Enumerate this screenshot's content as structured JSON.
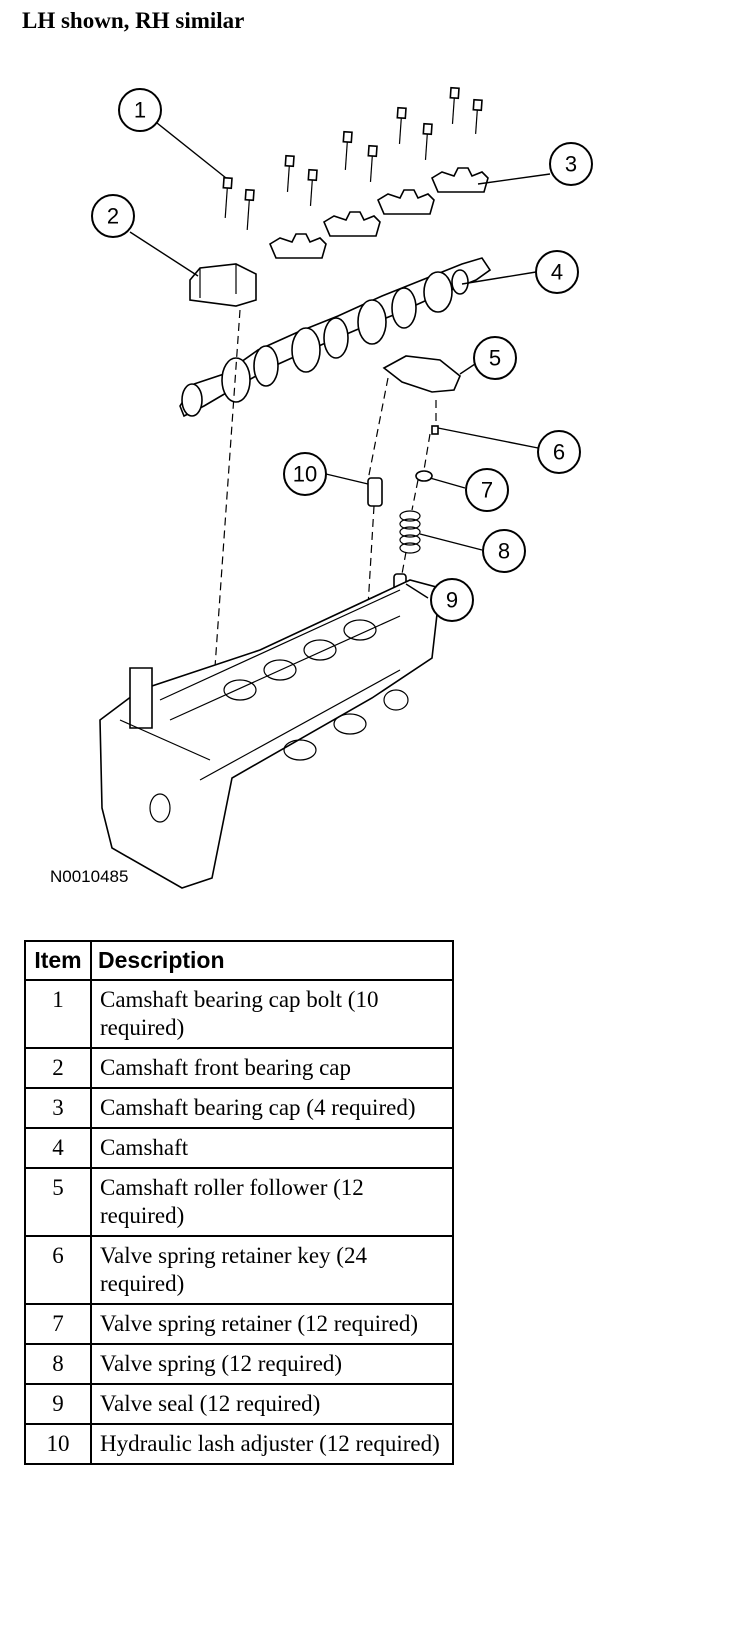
{
  "heading": "LH shown, RH similar",
  "figure": {
    "id": "N0010485",
    "callouts": [
      "1",
      "2",
      "3",
      "4",
      "5",
      "6",
      "7",
      "8",
      "9",
      "10"
    ]
  },
  "table": {
    "headers": {
      "item": "Item",
      "description": "Description"
    },
    "rows": [
      {
        "item": "1",
        "description": "Camshaft bearing cap bolt (10 required)"
      },
      {
        "item": "2",
        "description": "Camshaft front bearing cap"
      },
      {
        "item": "3",
        "description": "Camshaft bearing cap (4 required)"
      },
      {
        "item": "4",
        "description": "Camshaft"
      },
      {
        "item": "5",
        "description": "Camshaft roller follower (12 required)"
      },
      {
        "item": "6",
        "description": "Valve spring retainer key (24 required)"
      },
      {
        "item": "7",
        "description": "Valve spring retainer (12 required)"
      },
      {
        "item": "8",
        "description": "Valve spring (12 required)"
      },
      {
        "item": "9",
        "description": "Valve seal (12 required)"
      },
      {
        "item": "10",
        "description": "Hydraulic lash adjuster (12 required)"
      }
    ]
  }
}
